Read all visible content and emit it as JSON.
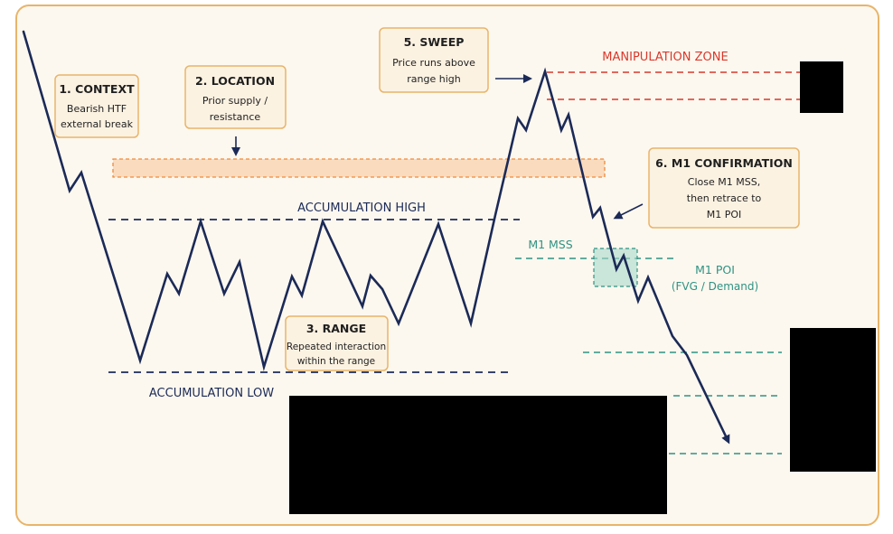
{
  "colors": {
    "background": "#fdf8ef",
    "frame": "#e8b46a",
    "price_line": "#1b2a57",
    "zone_orange": "#f08a3a",
    "manipulation_red": "#d9382c",
    "teal": "#2e9283",
    "callout_fill": "#fcf2e2",
    "callout_border": "#e8b46a",
    "text_dark": "#1f1f1f"
  },
  "labels": {
    "accumulation_high": "ACCUMULATION HIGH",
    "accumulation_low": "ACCUMULATION LOW",
    "manipulation_zone": "MANIPULATION ZONE",
    "m1_mss": "M1 MSS",
    "m1_poi_title": "M1 POI",
    "m1_poi_sub": "(FVG / Demand)"
  },
  "callouts": {
    "context": {
      "title": "1. CONTEXT",
      "lines": [
        "Bearish HTF",
        "external break"
      ]
    },
    "location": {
      "title": "2. LOCATION",
      "lines": [
        "Prior supply /",
        "resistance"
      ]
    },
    "range": {
      "title": "3. RANGE",
      "lines": [
        "Repeated interaction",
        "within the range"
      ]
    },
    "sweep": {
      "title": "5. SWEEP",
      "lines": [
        "Price runs above",
        "range high"
      ]
    },
    "confirmation": {
      "title": "6. M1 CONFIRMATION",
      "lines": [
        "Close M1 MSS,",
        "then retrace to",
        "M1 POI"
      ]
    }
  }
}
